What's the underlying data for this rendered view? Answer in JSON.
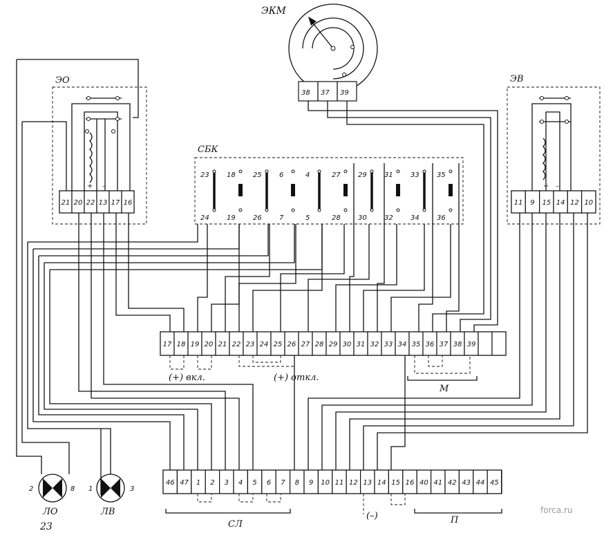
{
  "ekm": {
    "label": "ЭКМ",
    "terminals": [
      "38",
      "37",
      "39"
    ]
  },
  "eo": {
    "label": "ЭО",
    "terminals": [
      "21",
      "20",
      "22",
      "13",
      "17",
      "16"
    ]
  },
  "ev": {
    "label": "ЭВ",
    "terminals": [
      "11",
      "9",
      "15",
      "14",
      "12",
      "10"
    ]
  },
  "sbk": {
    "label": "СБК",
    "top": [
      "23",
      "18",
      "25",
      "6",
      "4",
      "27",
      "29",
      "31",
      "33",
      "35"
    ],
    "bottom": [
      "24",
      "19",
      "26",
      "7",
      "5",
      "28",
      "30",
      "32",
      "34",
      "36"
    ]
  },
  "strip_mid": {
    "cells": [
      "17",
      "18",
      "19",
      "20",
      "21",
      "22",
      "23",
      "24",
      "25",
      "26",
      "27",
      "28",
      "29",
      "30",
      "31",
      "32",
      "33",
      "34",
      "35",
      "36",
      "37",
      "38",
      "39",
      "",
      ""
    ],
    "label_on": "(+) вкл.",
    "label_off": "(+) откл.",
    "label_m": "М"
  },
  "strip_bottom": {
    "cells": [
      "46",
      "47",
      "1",
      "2",
      "3",
      "4",
      "5",
      "6",
      "7",
      "8",
      "9",
      "10",
      "11",
      "12",
      "13",
      "14",
      "15",
      "16",
      "40",
      "41",
      "42",
      "43",
      "44",
      "45"
    ],
    "label_sl": "СЛ",
    "label_minus": "(–)",
    "label_p": "П"
  },
  "lamps": [
    {
      "label": "ЛО",
      "left": "2",
      "right": "8"
    },
    {
      "label": "ЛВ",
      "left": "1",
      "right": "3"
    }
  ],
  "figure_number": "23",
  "watermark": "forca.ru"
}
